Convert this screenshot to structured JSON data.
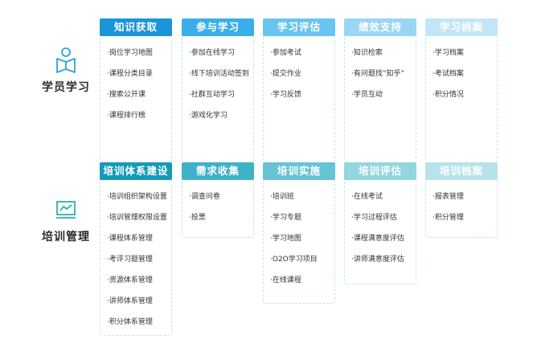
{
  "rows": [
    {
      "label": "学员学习",
      "icon": "reading-person-icon",
      "columns": [
        {
          "title": "知识获取",
          "color": "#1a95d8",
          "items": [
            "·岗位学习地图",
            "·课程分类目录",
            "·搜索公开课",
            "·课程排行榜"
          ]
        },
        {
          "title": "参与学习",
          "color": "#3aaee8",
          "items": [
            "·参加在线学习",
            "·线下培训活动签到",
            "·社群互动学习",
            "·游戏化学习"
          ]
        },
        {
          "title": "学习评估",
          "color": "#6ac4f0",
          "items": [
            "·参加考试",
            "·提交作业",
            "·学习反馈"
          ]
        },
        {
          "title": "绩效支持",
          "color": "#9ad5f4",
          "items": [
            "·知识检索",
            "·有问题找“知乎”",
            "·学员互动"
          ]
        },
        {
          "title": "学习档案",
          "color": "#c2e6f8",
          "items": [
            "·学习档案",
            "·考试档案",
            "·积分情况"
          ]
        }
      ]
    },
    {
      "label": "培训管理",
      "icon": "chart-board-icon",
      "columns": [
        {
          "title": "培训体系建设",
          "color": "#159ab8",
          "items": [
            "·培训组织架构设置",
            "·培训管理权限设置",
            "·课程体系管理",
            "·考评习题管理",
            "·资源体系管理",
            "·讲师体系管理",
            "·积分体系管理"
          ]
        },
        {
          "title": "需求收集",
          "color": "#3eb2c8",
          "items": [
            "·调查问卷",
            "·投票"
          ]
        },
        {
          "title": "培训实施",
          "color": "#66c4d4",
          "items": [
            "·培训班",
            "·学习专题",
            "·学习地图",
            "·O2O学习项目",
            "·在线课程"
          ]
        },
        {
          "title": "培训评估",
          "color": "#93d6e0",
          "items": [
            "·在线考试",
            "·学习过程评估",
            "·课程满意度评估",
            "·讲师满意度评估"
          ]
        },
        {
          "title": "培训档案",
          "color": "#b6e3ea",
          "items": [
            "·报表管理",
            "·积分管理"
          ]
        }
      ]
    }
  ]
}
